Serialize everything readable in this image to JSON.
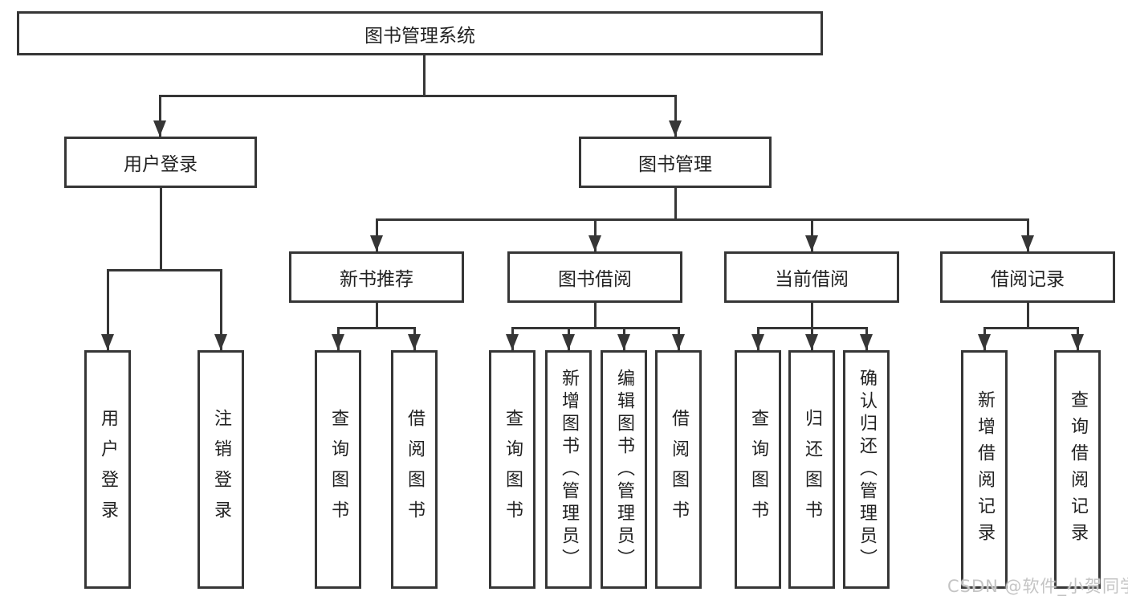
{
  "diagram": {
    "root": {
      "label": "图书管理系统"
    },
    "branches": [
      {
        "label": "用户登录",
        "children": [
          {
            "label": "用户登录"
          },
          {
            "label": "注销登录"
          }
        ]
      },
      {
        "label": "图书管理",
        "children": [
          {
            "label": "新书推荐",
            "children": [
              {
                "label": "查询图书"
              },
              {
                "label": "借阅图书"
              }
            ]
          },
          {
            "label": "图书借阅",
            "children": [
              {
                "label": "查询图书"
              },
              {
                "label": "新增图书（管理员）"
              },
              {
                "label": "编辑图书（管理员）"
              },
              {
                "label": "借阅图书"
              }
            ]
          },
          {
            "label": "当前借阅",
            "children": [
              {
                "label": "查询图书"
              },
              {
                "label": "归还图书"
              },
              {
                "label": "确认归还（管理员）"
              }
            ]
          },
          {
            "label": "借阅记录",
            "children": [
              {
                "label": "新增借阅记录"
              },
              {
                "label": "查询借阅记录"
              }
            ]
          }
        ]
      }
    ]
  },
  "watermark": {
    "text": "CSDN @软件_小贺同学"
  },
  "colors": {
    "background": "#ffffff",
    "line": "#363636",
    "box_border": "#363636",
    "text": "#222222",
    "watermark": "#c4c4c4"
  }
}
